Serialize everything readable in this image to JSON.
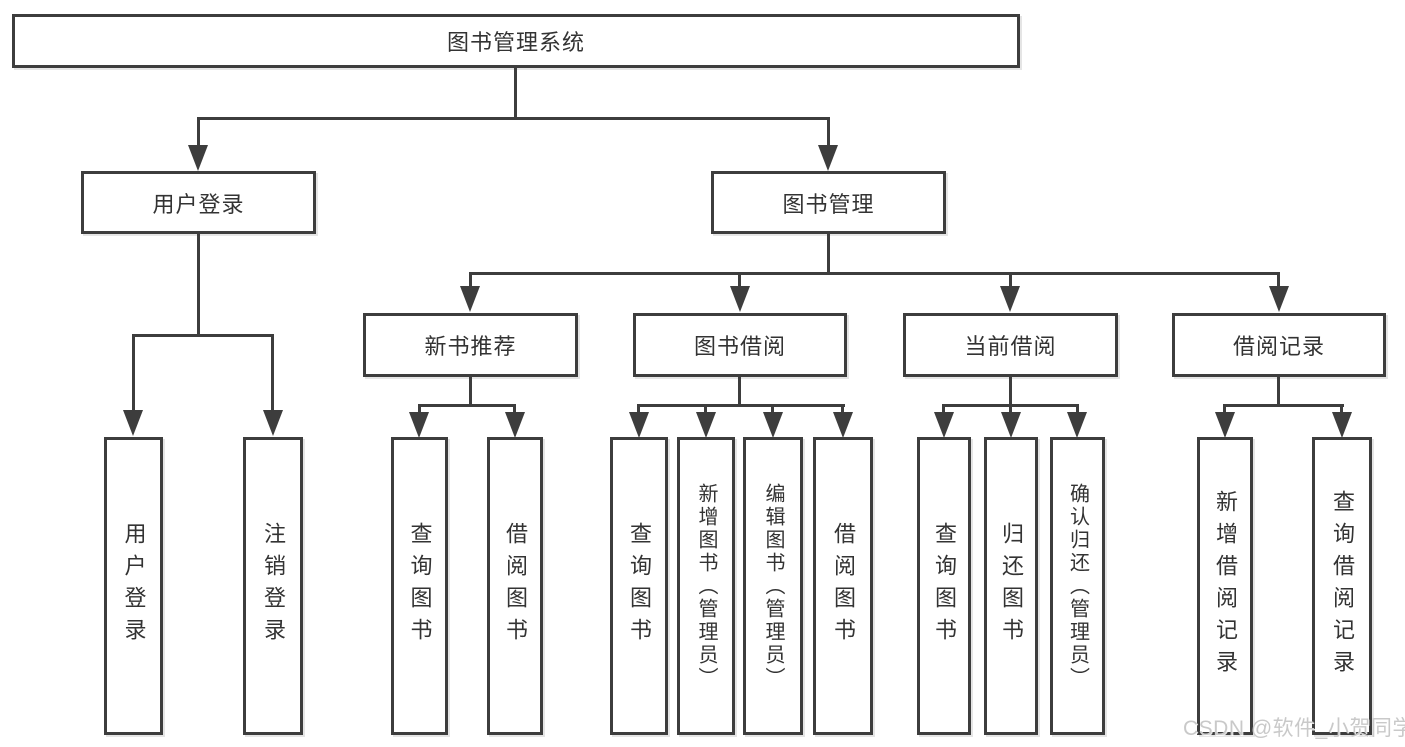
{
  "diagram": {
    "type": "tree",
    "root": {
      "label": "图书管理系统"
    },
    "level2": [
      {
        "label": "用户登录"
      },
      {
        "label": "图书管理"
      }
    ],
    "level3": [
      {
        "label": "新书推荐",
        "parent": "图书管理"
      },
      {
        "label": "图书借阅",
        "parent": "图书管理"
      },
      {
        "label": "当前借阅",
        "parent": "图书管理"
      },
      {
        "label": "借阅记录",
        "parent": "图书管理"
      }
    ],
    "level4_groups": [
      {
        "parent": "用户登录",
        "items": [
          {
            "label": "用户登录"
          },
          {
            "label": "注销登录"
          }
        ]
      },
      {
        "parent": "新书推荐",
        "items": [
          {
            "label": "查询图书"
          },
          {
            "label": "借阅图书"
          }
        ]
      },
      {
        "parent": "图书借阅",
        "items": [
          {
            "label": "查询图书"
          },
          {
            "label": "新增图书（管理员）"
          },
          {
            "label": "编辑图书（管理员）"
          },
          {
            "label": "借阅图书"
          }
        ]
      },
      {
        "parent": "当前借阅",
        "items": [
          {
            "label": "查询图书"
          },
          {
            "label": "归还图书"
          },
          {
            "label": "确认归还（管理员）"
          }
        ]
      },
      {
        "parent": "借阅记录",
        "items": [
          {
            "label": "新增借阅记录"
          },
          {
            "label": "查询借阅记录"
          }
        ]
      }
    ]
  },
  "watermark": {
    "text": "CSDN @软件_小贺同学"
  },
  "colors": {
    "line": "#3d3d3d",
    "box_border": "#3d3d3d",
    "text": "#333333",
    "background": "#ffffff",
    "watermark": "#c9c9c9"
  }
}
